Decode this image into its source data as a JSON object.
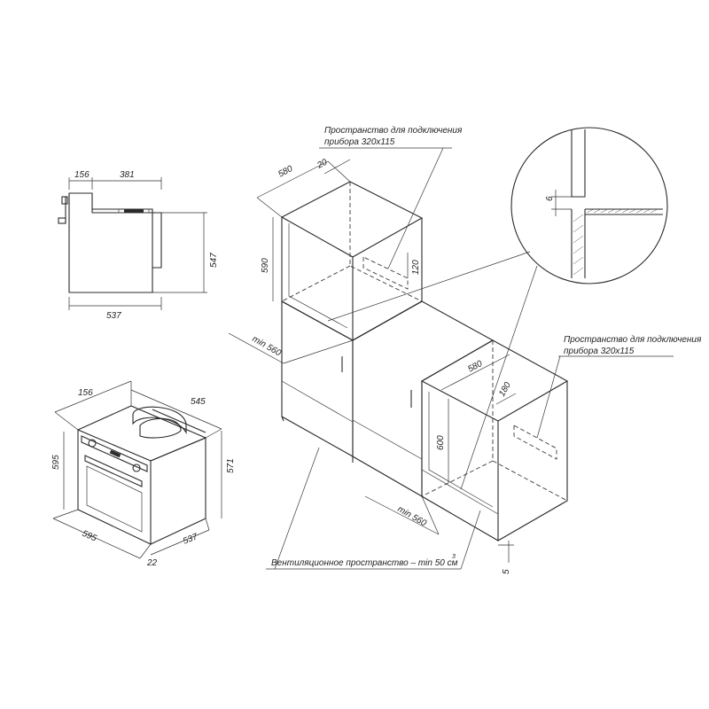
{
  "notes": {
    "connection_space_1_line1": "Пространство для подключения",
    "connection_space_1_line2": "прибора 320x115",
    "connection_space_2_line1": "Пространство для подключения",
    "connection_space_2_line2": "прибора 320x115",
    "ventilation": "Вентиляционное пространство – min 50 см",
    "ventilation_sup": "3"
  },
  "side_view": {
    "d156": "156",
    "d381": "381",
    "d547": "547",
    "d537": "537"
  },
  "oven_iso": {
    "d156": "156",
    "d545": "545",
    "d595_h": "595",
    "d571": "571",
    "d595_w": "595",
    "d537": "537",
    "d22": "22"
  },
  "cabinet_upper": {
    "d580": "580",
    "d20": "20",
    "d590": "590",
    "d120": "120",
    "dmin560": "min 560"
  },
  "cabinet_lower": {
    "d580": "580",
    "d180": "180",
    "d600": "600",
    "dmin560": "min 560",
    "d5": "5"
  },
  "detail": {
    "d6": "6"
  }
}
